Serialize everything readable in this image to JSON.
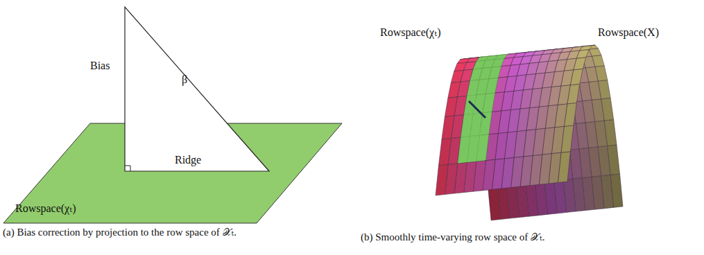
{
  "diagram": {
    "labels": [
      "Bias",
      "β",
      "Ridge",
      "Rowspace(χₜ)",
      "Rowspace(χₜ)",
      "Rowspace(X)",
      "(a) Bias correction by projection to the row space of 𝒳ₜ.",
      "(b) Smoothly time-varying row space of 𝒳ₜ."
    ]
  }
}
